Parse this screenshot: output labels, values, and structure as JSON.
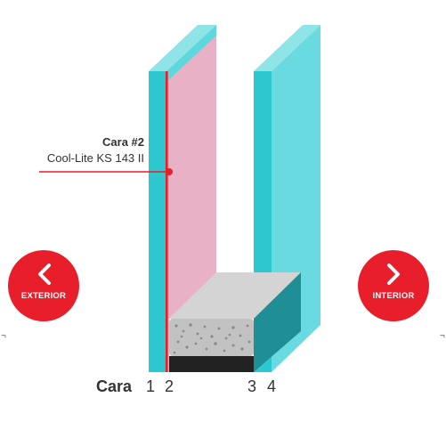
{
  "callout": {
    "title": "Cara #2",
    "product": "Cool-Lite KS 143 II"
  },
  "nav": {
    "exterior_label": "EXTERIOR",
    "interior_label": "INTERIOR",
    "left_mark": "¬",
    "right_mark": "¬"
  },
  "faces": {
    "label": "Cara",
    "face_1": "1",
    "face_2": "2",
    "face_3": "3",
    "face_4": "4"
  },
  "colors": {
    "glass": "#2cc7cf",
    "glass_edge": "#22b3bb",
    "glass_side": "#5fd8dd",
    "coating": "#e8a9c0",
    "coating_line": "#e81e2a",
    "spacer_top": "#d3d3d3",
    "desiccant": "#bdbdbd",
    "sealant": "#222222",
    "button": "#e81e2a"
  }
}
